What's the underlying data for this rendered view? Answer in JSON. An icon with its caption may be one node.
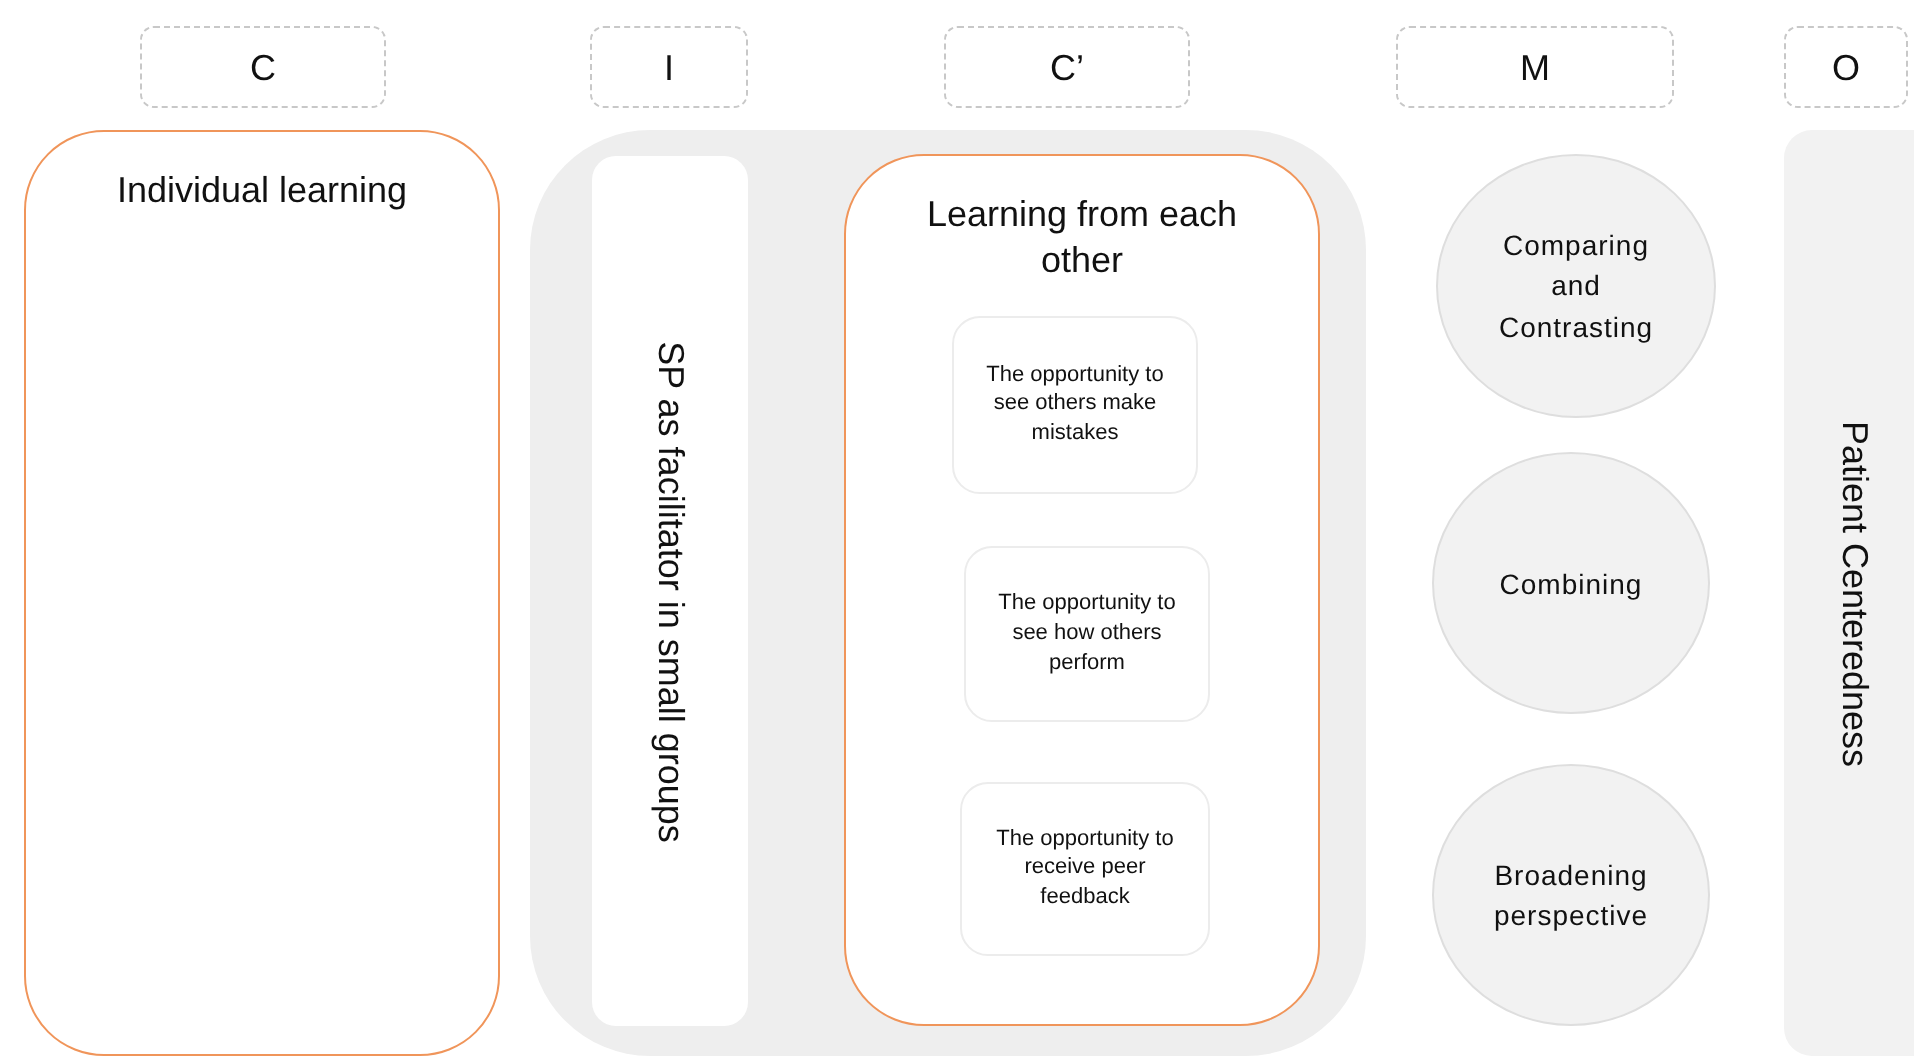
{
  "diagram": {
    "nodes": [
      {
        "text": [
          "C"
        ]
      },
      {
        "text": [
          "I"
        ]
      },
      {
        "text": [
          "C’"
        ]
      },
      {
        "text": [
          "M"
        ]
      },
      {
        "text": [
          "O"
        ]
      },
      {
        "text": [
          "Individual learning"
        ]
      },
      {
        "text": [],
        "shape": "box"
      },
      {
        "text": [
          "SP as facilitator in small groups"
        ],
        "in": 6
      },
      {
        "text": [
          "Learning from each other"
        ],
        "in": 6
      },
      {
        "text": [
          "The opportunity to see others make mistakes"
        ],
        "in": 8
      },
      {
        "text": [
          "The opportunity to see how others perform"
        ],
        "in": 8
      },
      {
        "text": [
          "The opportunity to receive peer feedback"
        ],
        "in": 8
      },
      {
        "text": [
          "Comparing and Contrasting"
        ]
      },
      {
        "text": [
          "Combining"
        ]
      },
      {
        "text": [
          "Broadening perspective"
        ]
      },
      {
        "text": [
          "Patient Centeredness"
        ]
      }
    ]
  }
}
